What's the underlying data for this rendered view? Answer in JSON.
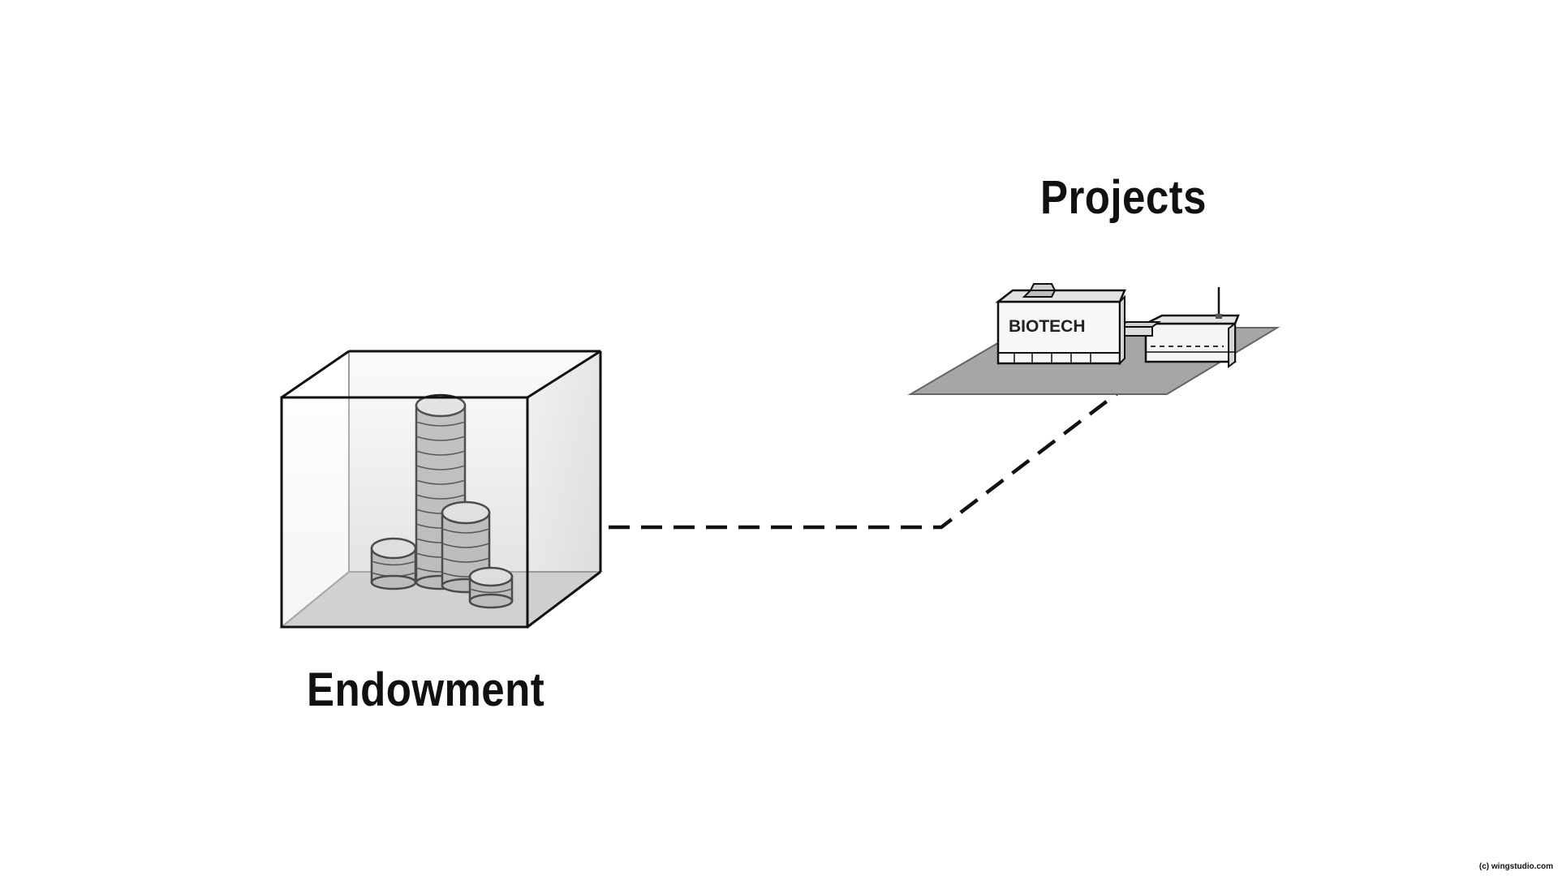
{
  "diagram": {
    "projects_label": "Projects",
    "endowment_label": "Endowment",
    "building_sign": "BIOTECH",
    "copyright": "(c) wingstudio.com",
    "icons": {
      "endowment": "coin-stacks-in-box-icon",
      "projects": "biotech-building-icon"
    },
    "colors": {
      "ink": "#111111",
      "ground": "#a6a6a6",
      "coin": "#b4b4b4"
    }
  }
}
